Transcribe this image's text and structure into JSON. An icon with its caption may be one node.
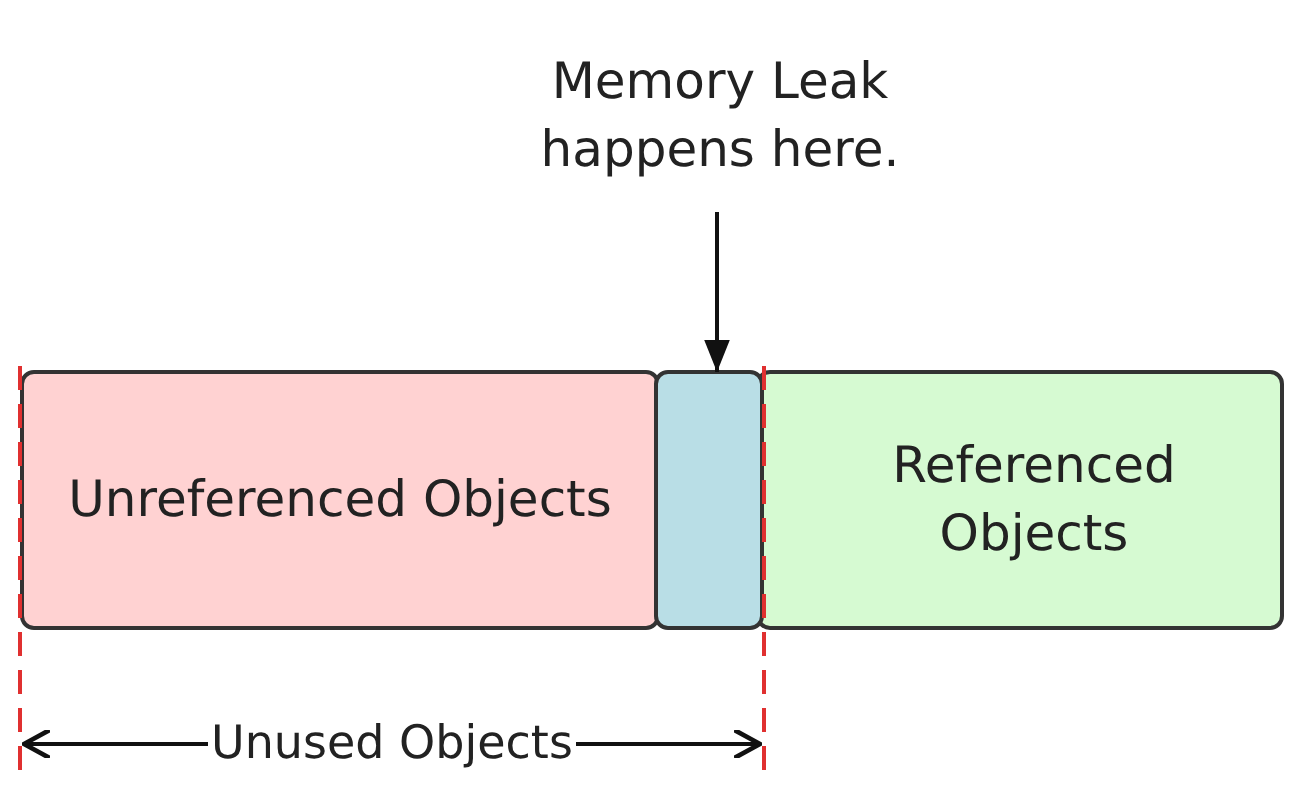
{
  "diagram": {
    "nodes": [
      {
        "text": [
          "Memory Leak happens here."
        ]
      },
      {
        "text": [
          "Unreferenced Objects"
        ]
      },
      {
        "text": [],
        "shape": "box"
      },
      {
        "text": [
          "Referenced Objects"
        ]
      }
    ],
    "edges": [
      {
        "from": 0,
        "to": 2,
        "arrow": "to"
      }
    ],
    "labels": [
      "Unused Objects"
    ]
  }
}
